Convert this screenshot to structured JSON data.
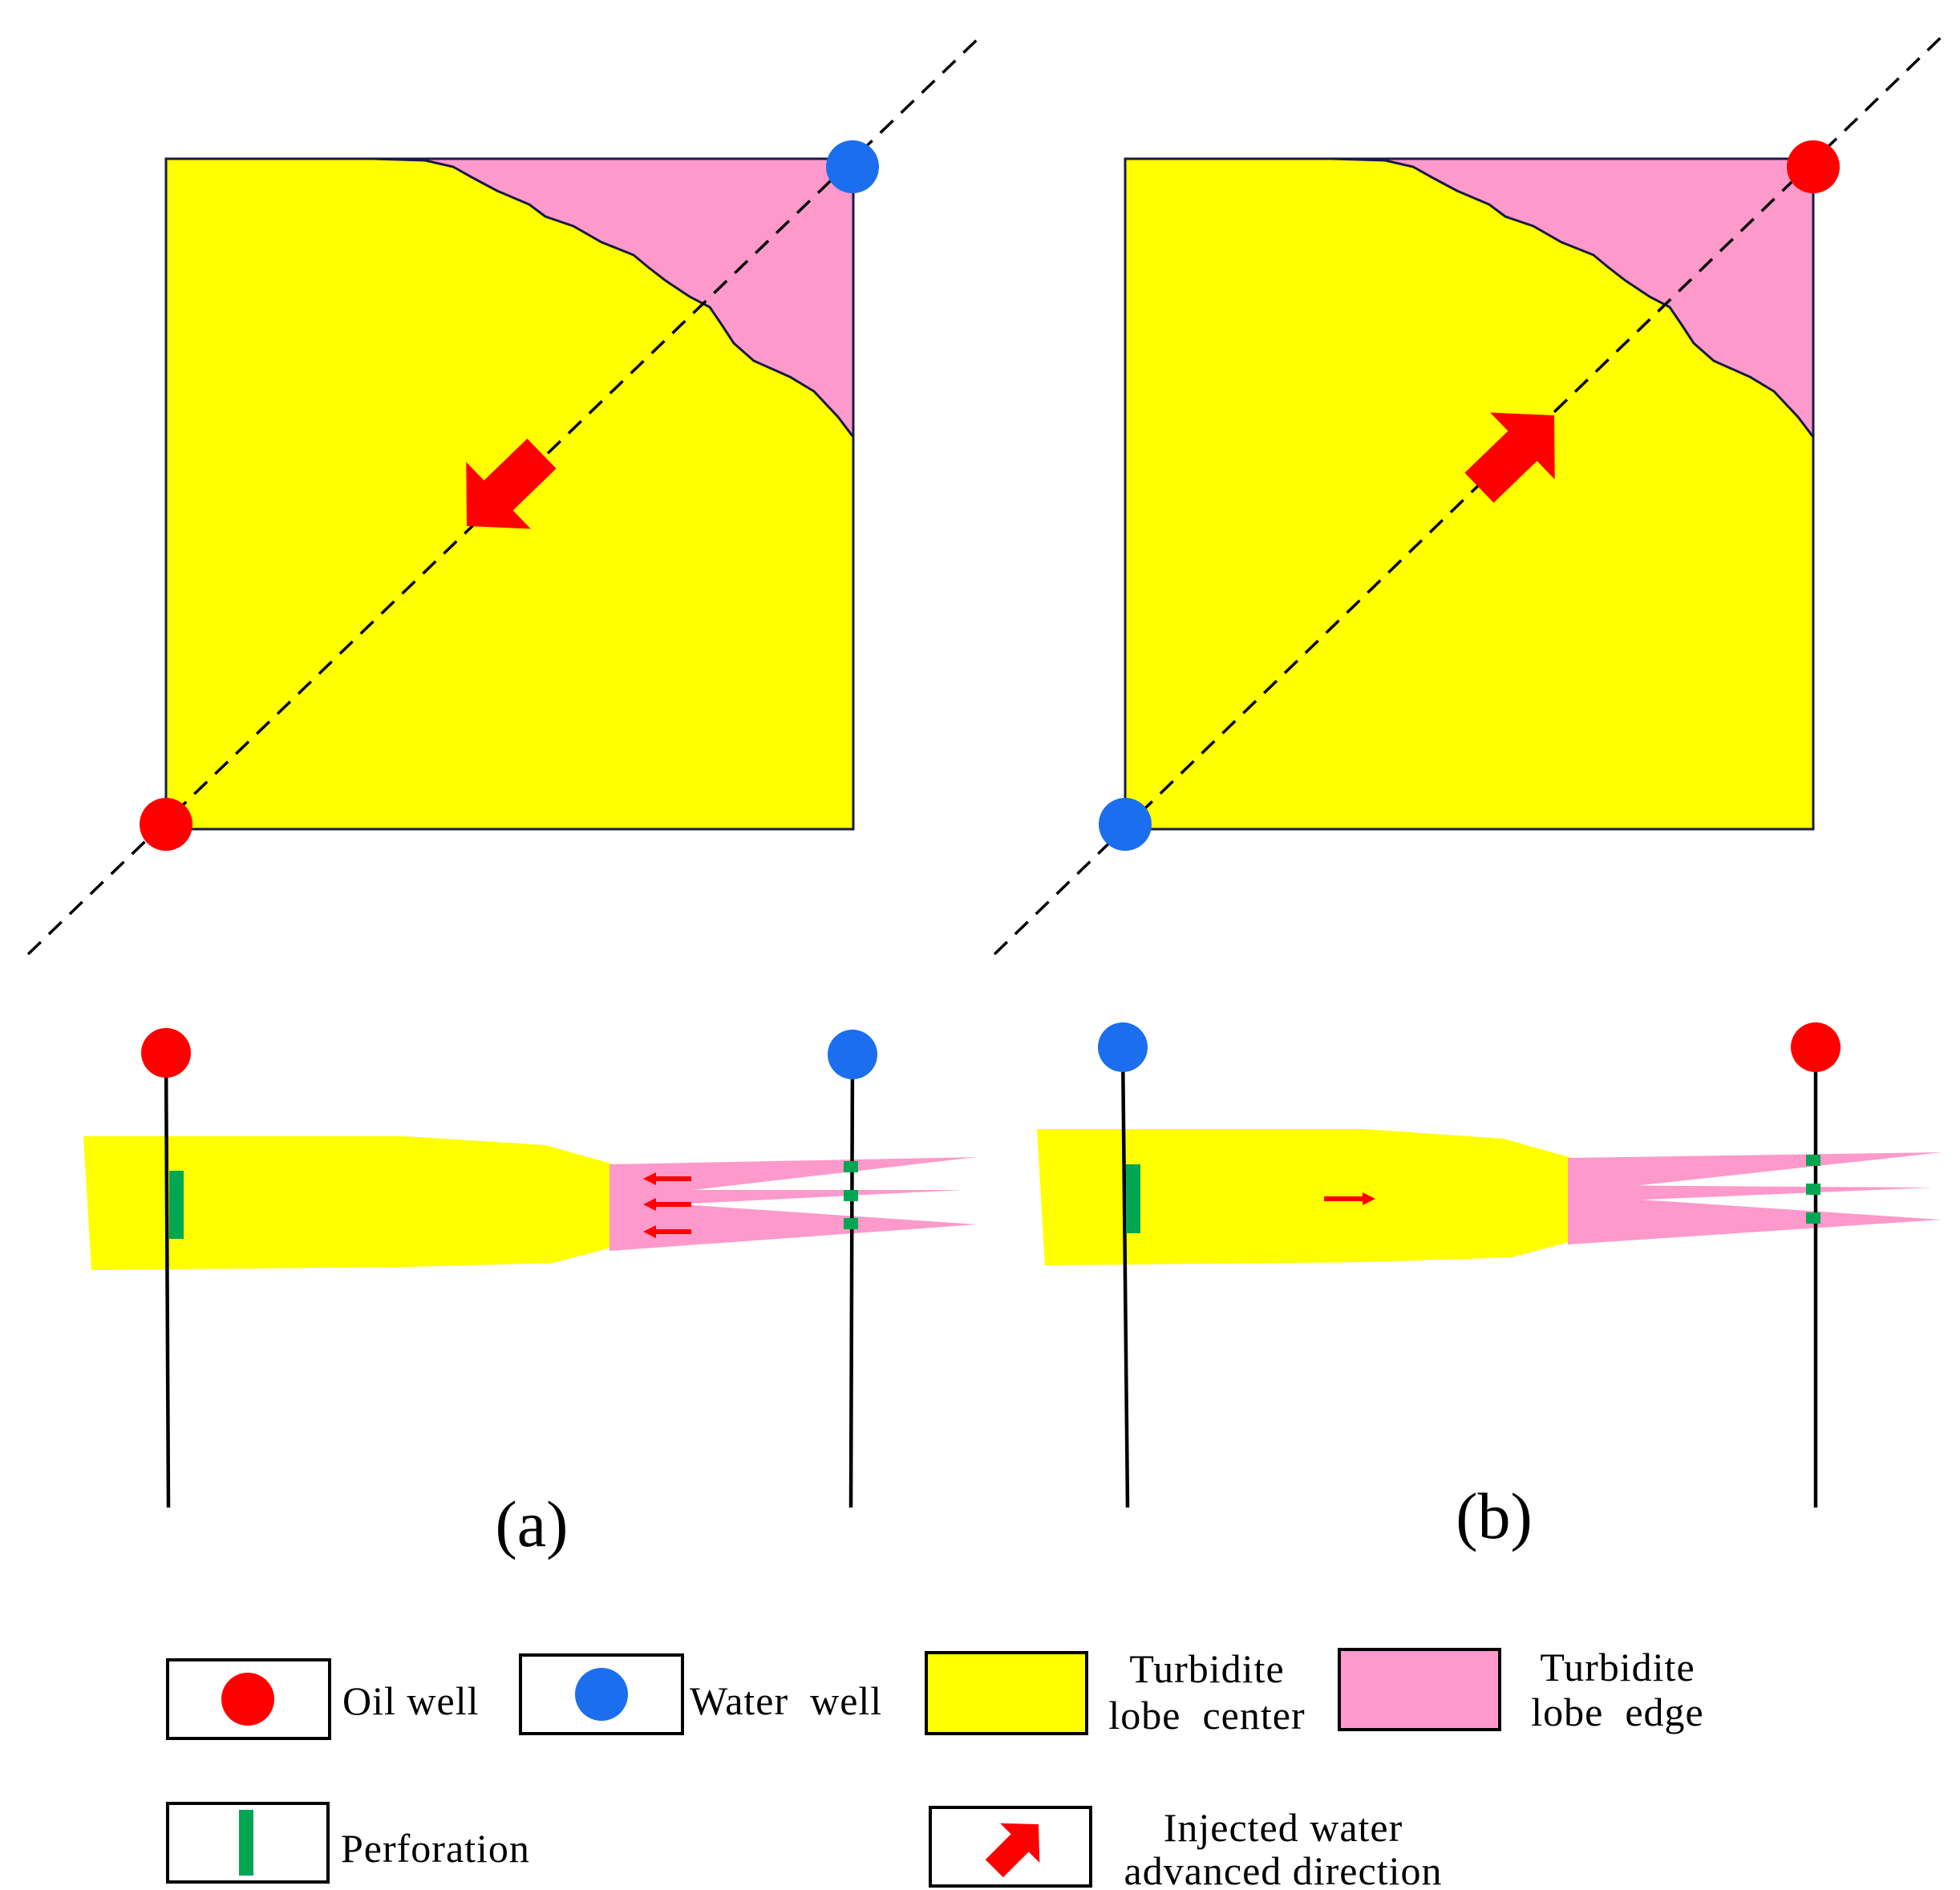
{
  "colors": {
    "oil_well": "#ff0000",
    "water_well": "#1b6fee",
    "lobe_center": "#ffff00",
    "lobe_edge": "#fd99cb",
    "perforation": "#00a651",
    "arrow": "#ff0000",
    "outline": "#1a1a4a"
  },
  "icons": [
    "oil-well-icon",
    "water-well-icon",
    "perforation-icon",
    "injected-water-arrow-icon"
  ],
  "panels": {
    "a": {
      "label": "(a)",
      "map_arrow": "toward-oil-well",
      "left_well": "oil",
      "right_well": "water"
    },
    "b": {
      "label": "(b)",
      "map_arrow": "toward-oil-well",
      "left_well": "water",
      "right_well": "oil"
    }
  },
  "legend": {
    "oil_well": "Oil well",
    "water_well": "Water  well",
    "lobe_center_line1": "Turbidite",
    "lobe_center_line2": "lobe  center",
    "lobe_edge_line1": "Turbidite",
    "lobe_edge_line2": "lobe  edge",
    "perforation": "Perforation",
    "injected_line1": "Injected water",
    "injected_line2": "advanced direction"
  }
}
